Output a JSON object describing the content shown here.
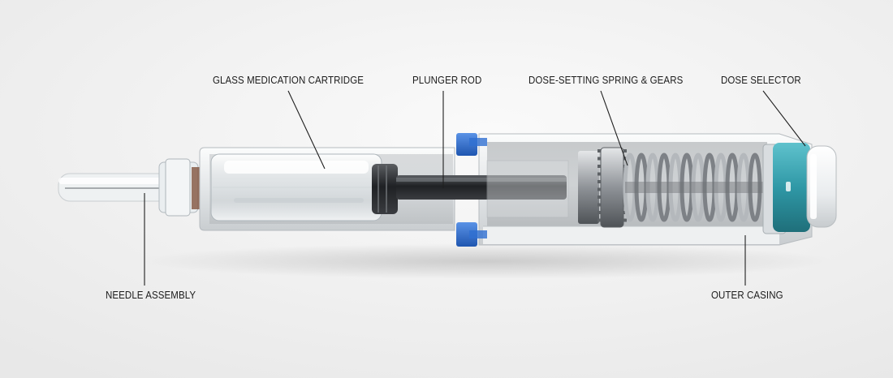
{
  "labels": {
    "needle_assembly": "NEEDLE ASSEMBLY",
    "glass_cartridge": "GLASS MEDICATION CARTRIDGE",
    "plunger_rod": "PLUNGER ROD",
    "spring_gears": "DOSE-SETTING SPRING & GEARS",
    "dose_selector": "DOSE SELECTOR",
    "outer_casing": "OUTER CASING"
  },
  "colors": {
    "background": "#f1f1f1",
    "casing": "#e7eaec",
    "accent_blue": "#2f6fd1",
    "dose_selector_teal": "#2f98a6",
    "spring_steel": "#8f9398",
    "plunger_dark": "#2b2d31",
    "label_text": "#1c1c1c"
  }
}
